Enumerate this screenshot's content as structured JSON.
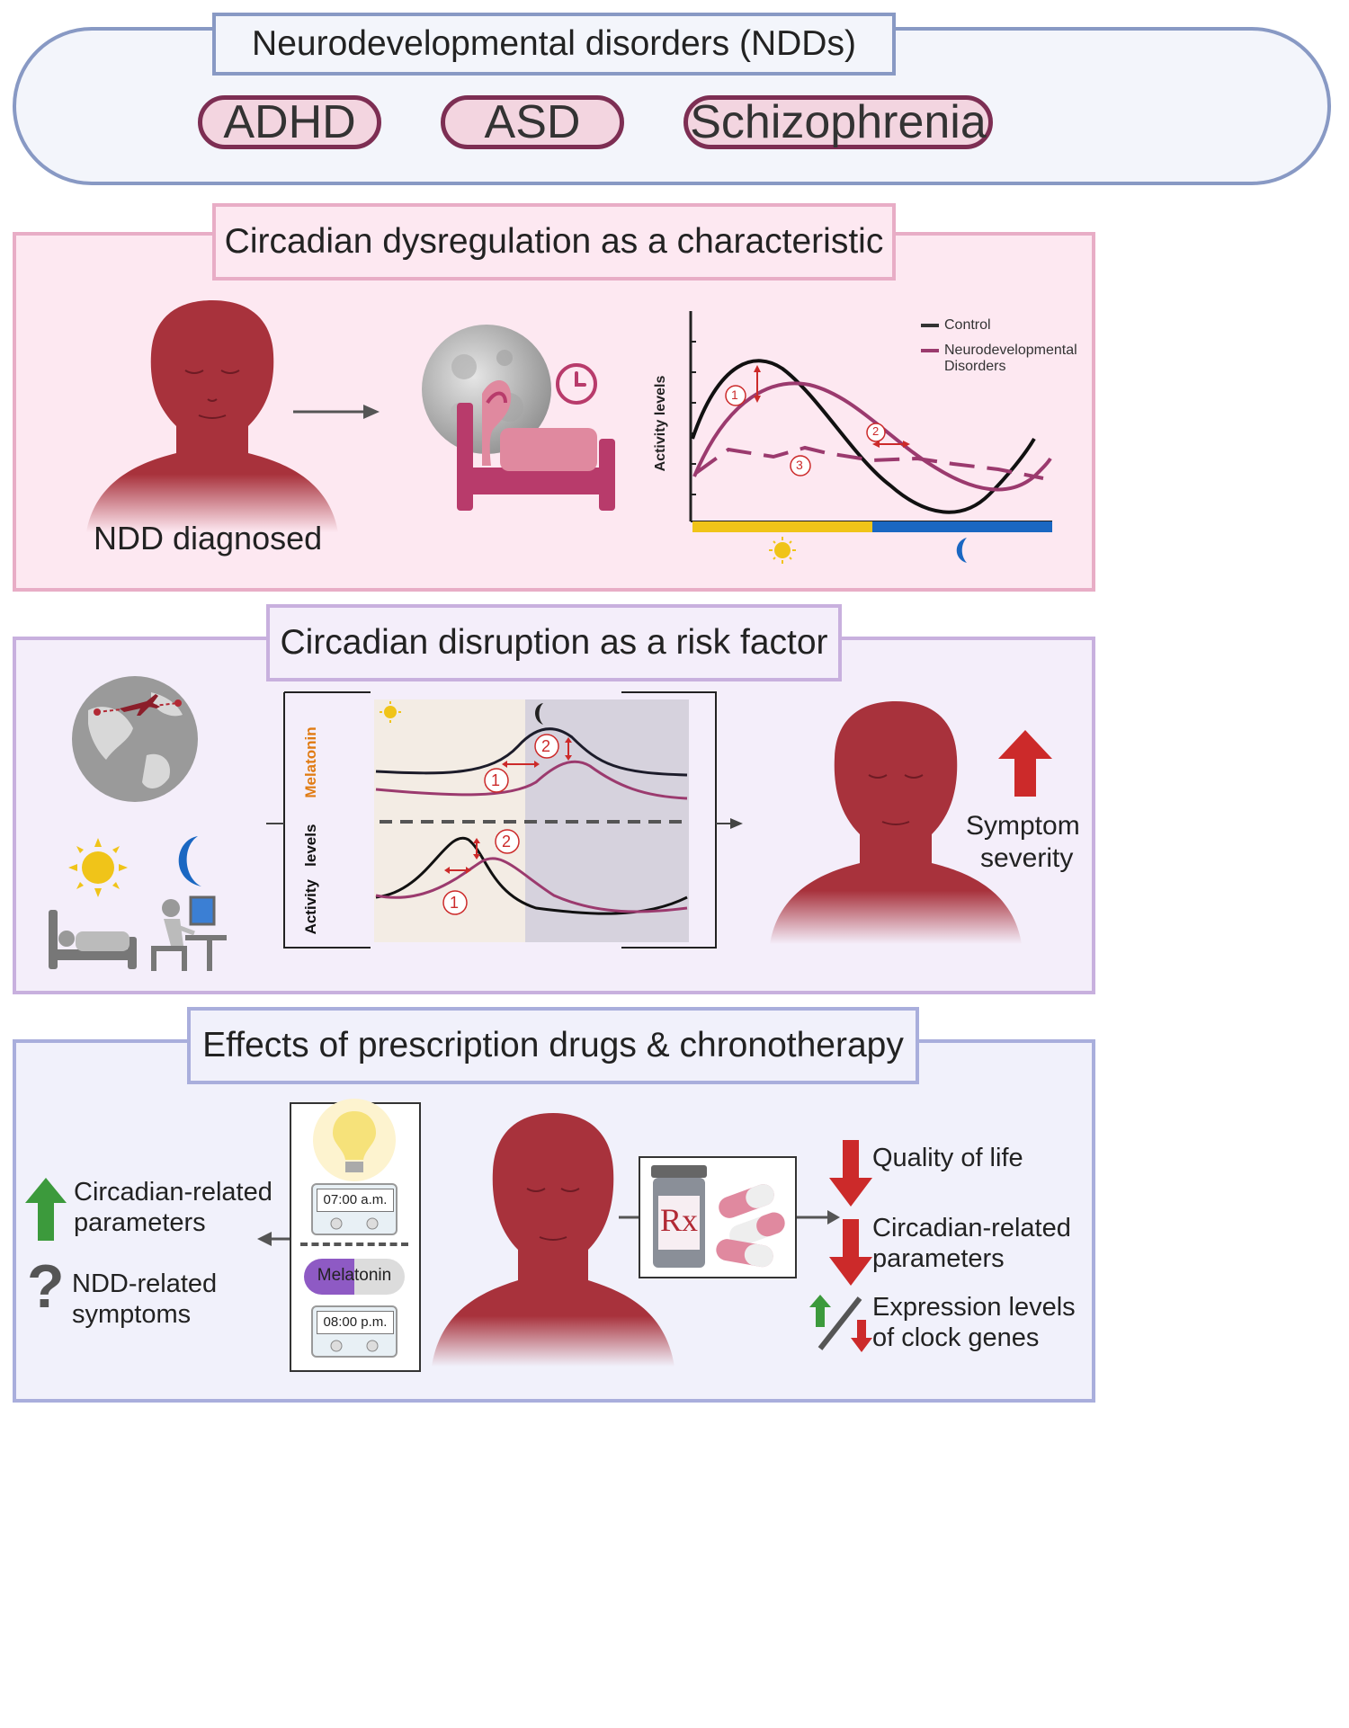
{
  "top": {
    "title": "Neurodevelopmental disorders (NDDs)",
    "disorders": [
      "ADHD",
      "ASD",
      "Schizophrenia"
    ]
  },
  "panel1": {
    "title": "Circadian dysregulation as a characteristic",
    "person_label": "NDD diagnosed",
    "chart": {
      "ylabel": "Activity levels",
      "legend": [
        "Control",
        "Neurodevelopmental Disorders"
      ],
      "markers": [
        "1",
        "2",
        "3"
      ]
    }
  },
  "panel2": {
    "title": "Circadian disruption as a risk factor",
    "label_melatonin": "Melatonin",
    "label_activity": "Activity   levels",
    "markers_top": [
      "1",
      "2"
    ],
    "markers_bottom": [
      "1",
      "2"
    ],
    "outcome_line1": "Symptom",
    "outcome_line2": "severity"
  },
  "panel3": {
    "title": "Effects of prescription drugs & chronotherapy",
    "left_item1_line1": "Circadian-related",
    "left_item1_line2": "parameters",
    "left_item2_line1": "NDD-related",
    "left_item2_line2": "symptoms",
    "clock_morning": "07:00 a.m.",
    "clock_evening": "08:00 p.m.",
    "pill_label": "Melatonin",
    "rx_label": "Rx",
    "right_item1": "Quality of life",
    "right_item2_line1": "Circadian-related",
    "right_item2_line2": "parameters",
    "right_item3_line1": "Expression levels",
    "right_item3_line2": "of clock genes",
    "question_mark": "?"
  },
  "colors": {
    "head": "#a8323c",
    "ndd_line": "#9b3a6e",
    "control_line": "#111111",
    "arrow_red": "#cc2a2a",
    "arrow_green": "#3c9a3c",
    "day_bar": "#f0c419",
    "night_bar": "#1a67c2"
  }
}
